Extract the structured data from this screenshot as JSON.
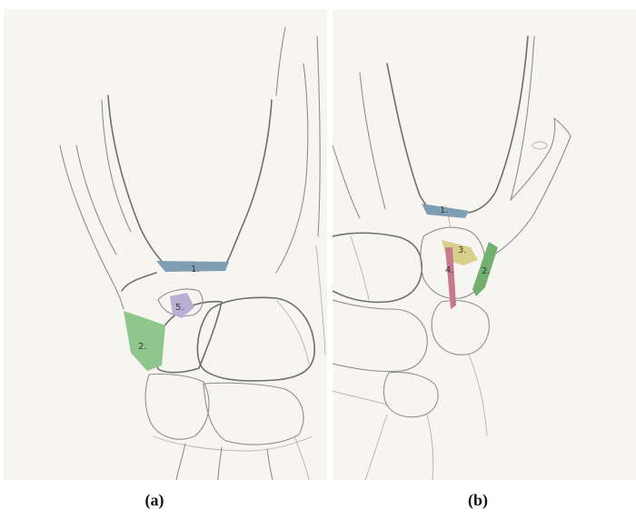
{
  "captions": {
    "a": "(a)",
    "b": "(b)"
  },
  "panel_a": {
    "regions": [
      {
        "id": "1",
        "label": "1.",
        "color": "#7f9db3"
      },
      {
        "id": "5",
        "label": "5.",
        "color": "#b9aed3"
      },
      {
        "id": "2",
        "label": "2.",
        "color": "#8fc68c"
      }
    ]
  },
  "panel_b": {
    "regions": [
      {
        "id": "1",
        "label": "1.",
        "color": "#7f9db3"
      },
      {
        "id": "3",
        "label": "3.",
        "color": "#d8cf8a"
      },
      {
        "id": "4",
        "label": "4.",
        "color": "#c8798a"
      },
      {
        "id": "2",
        "label": "2.",
        "color": "#73b070"
      }
    ]
  }
}
